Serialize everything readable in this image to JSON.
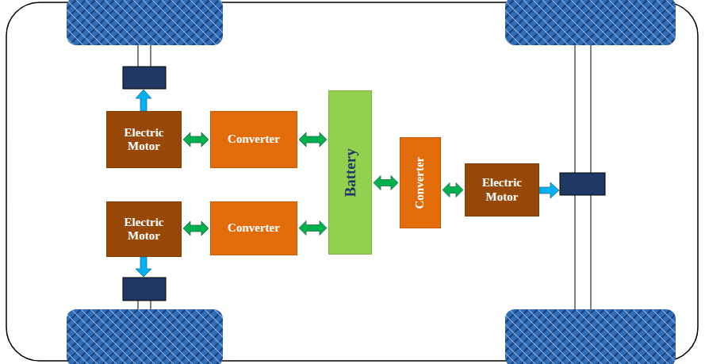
{
  "diagram": {
    "nodes": [
      {
        "text": [
          "Electric Motor"
        ]
      },
      {
        "text": [
          "Converter"
        ]
      },
      {
        "text": [
          "Battery"
        ]
      },
      {
        "text": [
          "Converter"
        ]
      },
      {
        "text": [
          "Electric Motor"
        ]
      },
      {
        "text": [
          "Electric Motor"
        ]
      },
      {
        "text": [
          "Converter"
        ]
      }
    ],
    "edges": [
      {
        "from": 0,
        "to": 1,
        "arrow": "both"
      },
      {
        "from": 1,
        "to": 2,
        "arrow": "both"
      },
      {
        "from": 2,
        "to": 3,
        "arrow": "both"
      },
      {
        "from": 3,
        "to": 4,
        "arrow": "both"
      },
      {
        "from": 5,
        "to": 6,
        "arrow": "both"
      },
      {
        "from": 6,
        "to": 2,
        "arrow": "both"
      }
    ]
  }
}
